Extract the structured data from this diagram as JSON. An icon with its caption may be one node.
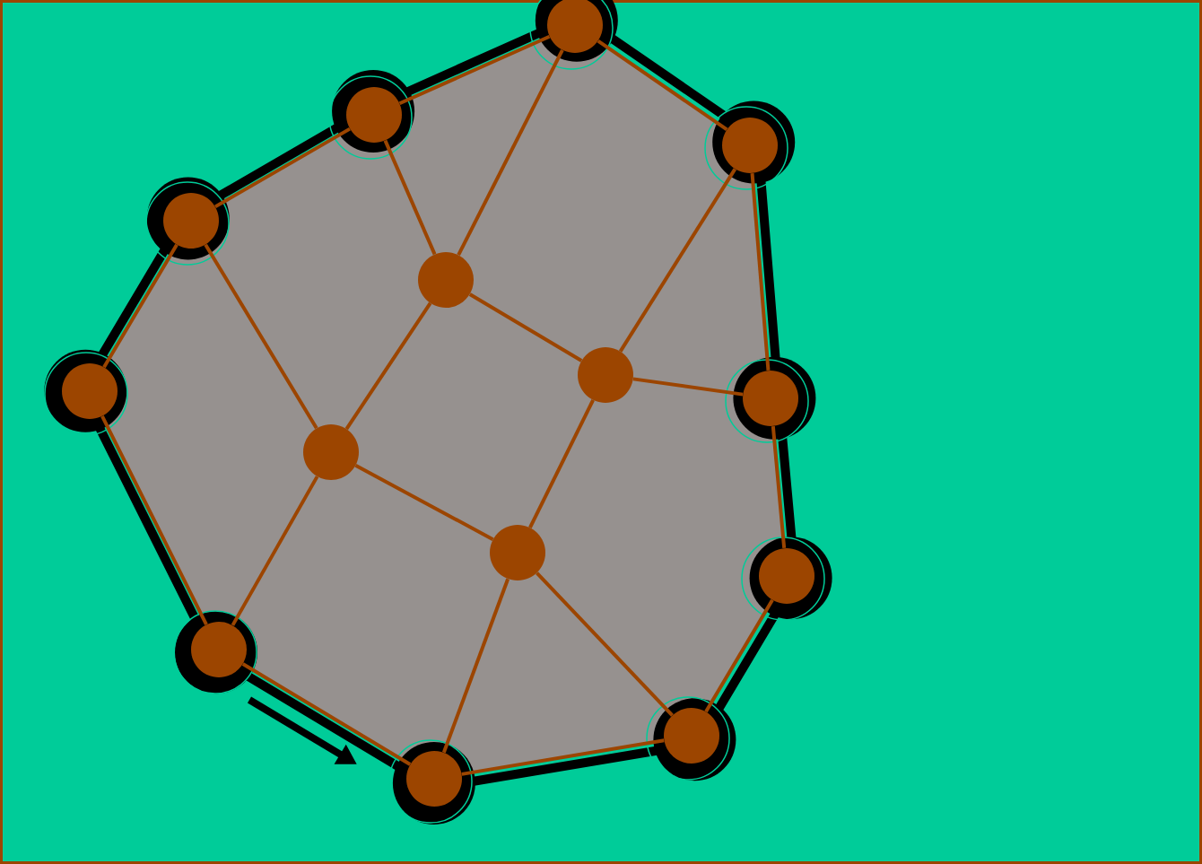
{
  "diagram": {
    "nodes": [
      {
        "text": [],
        "shape": "circle"
      },
      {
        "text": [],
        "shape": "circle"
      },
      {
        "text": [],
        "shape": "circle"
      },
      {
        "text": [],
        "shape": "circle"
      },
      {
        "text": [],
        "shape": "circle"
      },
      {
        "text": [],
        "shape": "circle"
      },
      {
        "text": [],
        "shape": "circle"
      },
      {
        "text": [],
        "shape": "circle"
      },
      {
        "text": [],
        "shape": "circle"
      },
      {
        "text": [],
        "shape": "circle"
      },
      {
        "text": [],
        "shape": "circle"
      },
      {
        "text": [],
        "shape": "circle"
      },
      {
        "text": [],
        "shape": "circle"
      },
      {
        "text": [],
        "shape": "circle"
      }
    ],
    "edges": [
      {
        "from": 0,
        "to": 1,
        "arrow": "none"
      },
      {
        "from": 1,
        "to": 3,
        "arrow": "none"
      },
      {
        "from": 3,
        "to": 6,
        "arrow": "none"
      },
      {
        "from": 6,
        "to": 11,
        "arrow": "none"
      },
      {
        "from": 11,
        "to": 13,
        "arrow": "none"
      },
      {
        "from": 13,
        "to": 12,
        "arrow": "none"
      },
      {
        "from": 12,
        "to": 10,
        "arrow": "none"
      },
      {
        "from": 10,
        "to": 7,
        "arrow": "none"
      },
      {
        "from": 7,
        "to": 2,
        "arrow": "none"
      },
      {
        "from": 2,
        "to": 0,
        "arrow": "none"
      },
      {
        "from": 1,
        "to": 4,
        "arrow": "none"
      },
      {
        "from": 0,
        "to": 4,
        "arrow": "none"
      },
      {
        "from": 4,
        "to": 8,
        "arrow": "none"
      },
      {
        "from": 4,
        "to": 5,
        "arrow": "none"
      },
      {
        "from": 3,
        "to": 8,
        "arrow": "none"
      },
      {
        "from": 2,
        "to": 5,
        "arrow": "none"
      },
      {
        "from": 5,
        "to": 7,
        "arrow": "none"
      },
      {
        "from": 5,
        "to": 9,
        "arrow": "none"
      },
      {
        "from": 8,
        "to": 11,
        "arrow": "none"
      },
      {
        "from": 8,
        "to": 9,
        "arrow": "none"
      },
      {
        "from": 9,
        "to": 13,
        "arrow": "none"
      },
      {
        "from": 9,
        "to": 12,
        "arrow": "none"
      }
    ]
  }
}
